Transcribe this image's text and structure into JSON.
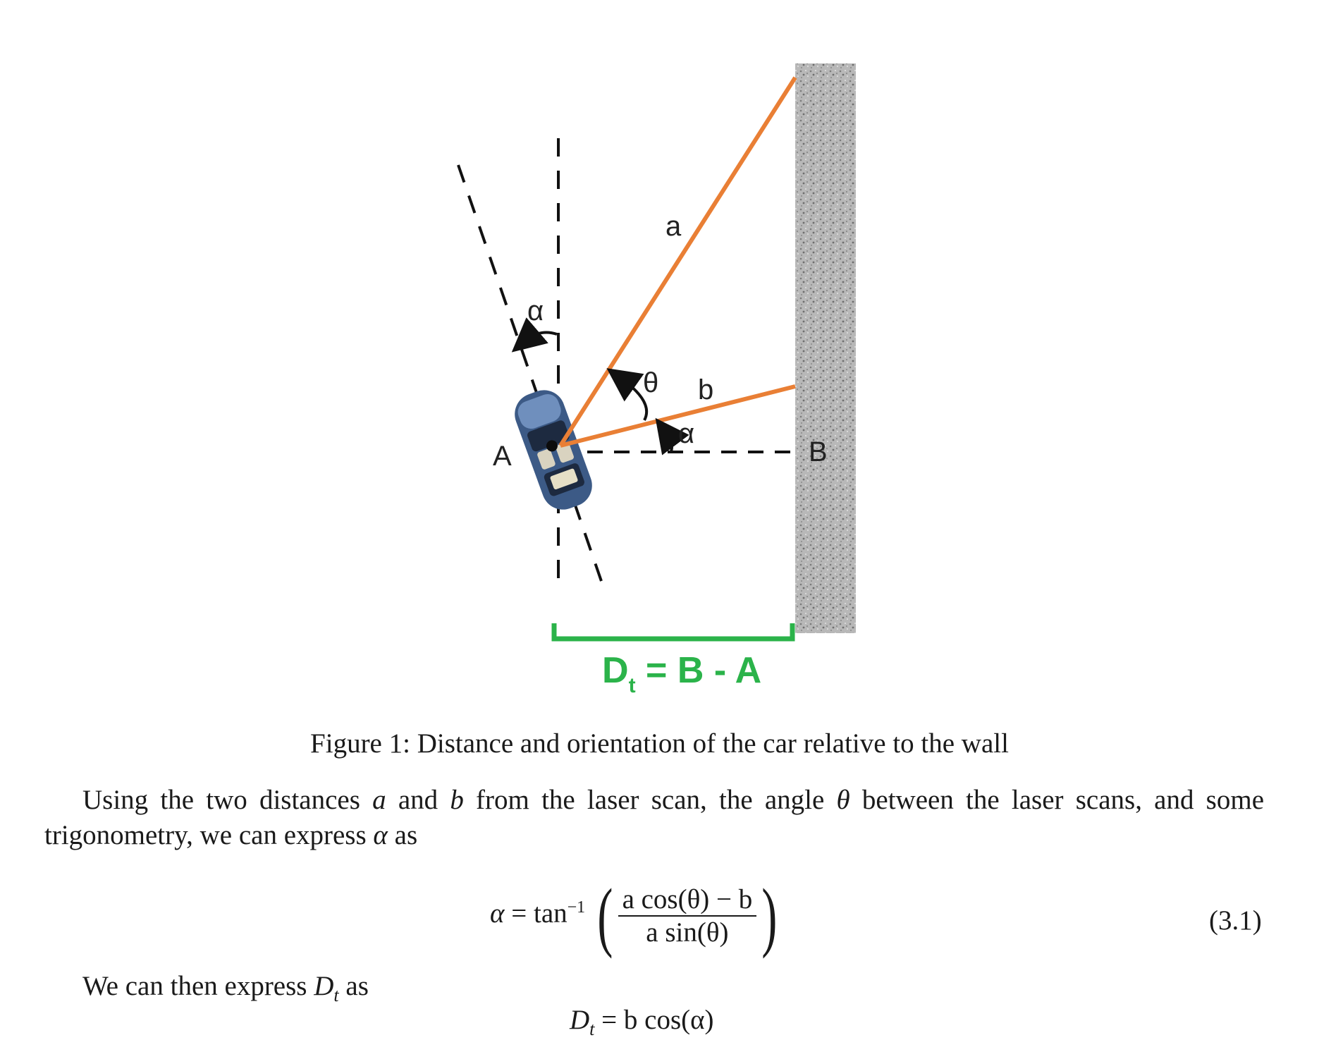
{
  "figure": {
    "label_a": "a",
    "label_b": "b",
    "label_theta": "θ",
    "label_alpha_top": "α",
    "label_alpha_mid": "α",
    "label_A": "A",
    "label_B": "B",
    "distance_label_main": "D",
    "distance_label_sub": "t",
    "distance_label_rest": " = B - A",
    "colors": {
      "ray": "#e97f35",
      "distance": "#2bb34a",
      "wall": "#b5b5b5",
      "car": "#3c5a86",
      "dash": "#111111"
    },
    "icons": [
      "car-icon",
      "wall-texture"
    ]
  },
  "caption": "Figure 1: Distance and orientation of the car relative to the wall",
  "paragraph": {
    "p1": "Using the two distances ",
    "v1": "a",
    "p2": " and ",
    "v2": "b",
    "p3": " from the laser scan, the angle ",
    "v3": "θ",
    "p4": " between the laser scans, and some trigonometry, we can express ",
    "v4": "α",
    "p5": " as"
  },
  "equation1": {
    "lhs": "α",
    "eq": " = tan",
    "sup": "−1",
    "numerator": "a cos(θ) − b",
    "denominator": "a sin(θ)",
    "number": "(3.1)"
  },
  "paragraph2": {
    "p1": "We can then express ",
    "v1": "D",
    "sub": "t",
    "p2": " as"
  },
  "equation2": {
    "lhs": "D",
    "sub": "t",
    "rhs": " = b cos(α)"
  }
}
